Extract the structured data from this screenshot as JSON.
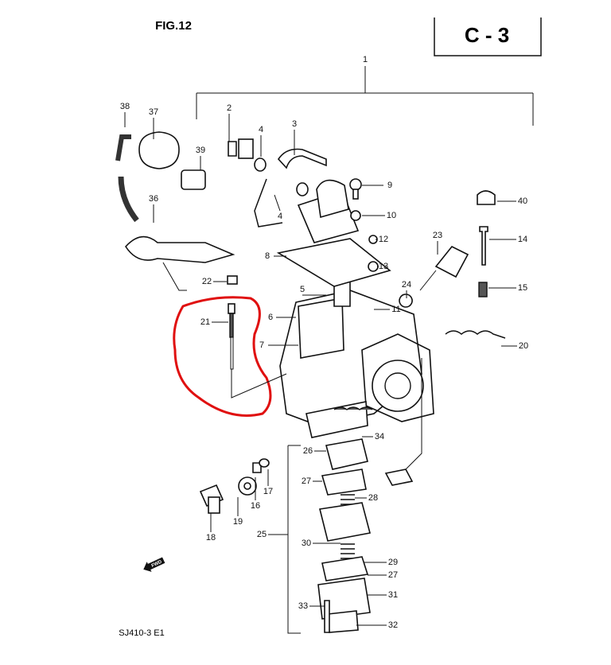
{
  "figure_title": "FIG.12",
  "section_code": "C - 3",
  "model_code": "SJ410-3 E1",
  "direction_arrow": "FWD",
  "highlight_color": "#e01010",
  "callouts": {
    "c1": "1",
    "c2": "2",
    "c3": "3",
    "c4a": "4",
    "c4b": "4",
    "c5": "5",
    "c6": "6",
    "c7": "7",
    "c8": "8",
    "c9": "9",
    "c10": "10",
    "c11": "11",
    "c12": "12",
    "c13": "13",
    "c14": "14",
    "c15": "15",
    "c16": "16",
    "c17": "17",
    "c18": "18",
    "c19": "19",
    "c20": "20",
    "c21": "21",
    "c22": "22",
    "c23": "23",
    "c24": "24",
    "c25": "25",
    "c26": "26",
    "c27a": "27",
    "c27b": "27",
    "c28": "28",
    "c29": "29",
    "c30": "30",
    "c31": "31",
    "c32": "32",
    "c33": "33",
    "c34": "34",
    "c36": "36",
    "c37": "37",
    "c38": "38",
    "c39": "39",
    "c40": "40"
  }
}
